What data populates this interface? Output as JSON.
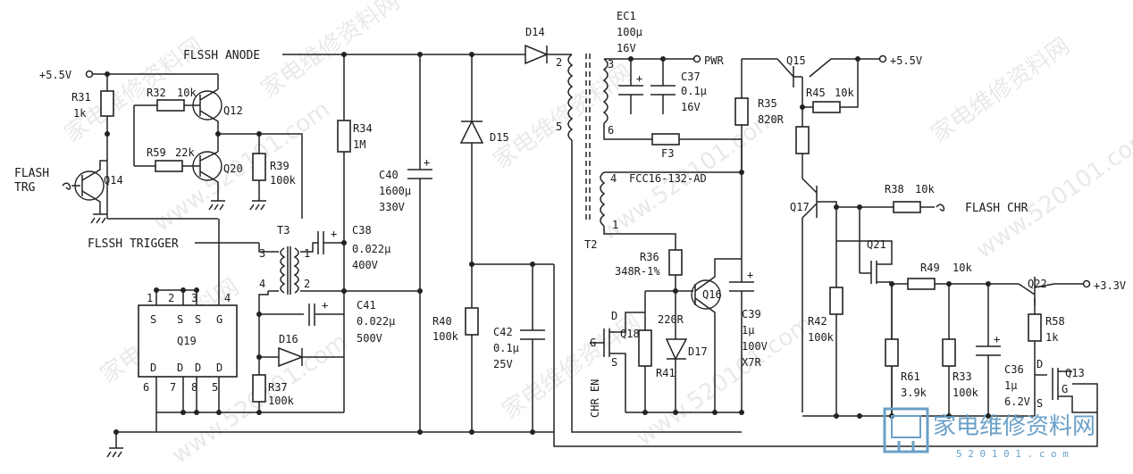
{
  "nets": {
    "vcc_left": "+5.5V",
    "vcc_right": "+5.5V",
    "v33": "+3.3V",
    "flash_anode": "FLSSH ANODE",
    "flash_trigger": "FLSSH TRIGGER",
    "flash_trg_1": "FLASH",
    "flash_trg_2": "TRG",
    "pwr": "PWR",
    "flash_chr": "FLASH CHR",
    "chr_en": "CHR EN"
  },
  "parts": {
    "r31": {
      "ref": "R31",
      "val": "1k"
    },
    "r32": {
      "ref": "R32",
      "val": "10k"
    },
    "r59": {
      "ref": "R59",
      "val": "22k"
    },
    "r39": {
      "ref": "R39",
      "val": "100k"
    },
    "r34": {
      "ref": "R34",
      "val": "1M"
    },
    "r37": {
      "ref": "R37",
      "val": "100k"
    },
    "r40": {
      "ref": "R40",
      "val": "100k"
    },
    "r35": {
      "ref": "R35",
      "val": "820R"
    },
    "r45": {
      "ref": "R45",
      "val": "10k"
    },
    "r36": {
      "ref": "R36",
      "val": "348R-1%"
    },
    "r41": {
      "ref": "R41",
      "val": "220R"
    },
    "r38": {
      "ref": "R38",
      "val": "10k"
    },
    "r42": {
      "ref": "R42",
      "val": "100k"
    },
    "r49": {
      "ref": "R49",
      "val": "10k"
    },
    "r61": {
      "ref": "R61",
      "val": "3.9k"
    },
    "r33": {
      "ref": "R33",
      "val": "100k"
    },
    "r58": {
      "ref": "R58",
      "val": "1k"
    },
    "c40": {
      "ref": "C40",
      "val1": "1600μ",
      "val2": "330V"
    },
    "c38": {
      "ref": "C38",
      "val1": "0.022μ",
      "val2": "400V"
    },
    "c41": {
      "ref": "C41",
      "val1": "0.022μ",
      "val2": "500V"
    },
    "c42": {
      "ref": "C42",
      "val1": "0.1μ",
      "val2": "25V"
    },
    "ec1": {
      "ref": "EC1",
      "val1": "100μ",
      "val2": "16V"
    },
    "c37": {
      "ref": "C37",
      "val1": "0.1μ",
      "val2": "16V"
    },
    "c39": {
      "ref": "C39",
      "val1": "1μ",
      "val2": "100V",
      "val3": "X7R"
    },
    "c36": {
      "ref": "C36",
      "val1": "1μ",
      "val2": "6.2V"
    },
    "q12": "Q12",
    "q14": "Q14",
    "q20": "Q20",
    "q15": "Q15",
    "q16": "Q16",
    "q17": "Q17",
    "q18": "Q18",
    "q21": "Q21",
    "q22": "Q22",
    "q13": "Q13",
    "q19": "Q19",
    "d14": "D14",
    "d15": "D15",
    "d16": "D16",
    "d17": "D17",
    "t3": "T3",
    "t2": "T2",
    "f3": "F3",
    "t2_part": "FCC16-132-AD"
  },
  "pins": {
    "q19_top": [
      "1",
      "2",
      "3",
      "4"
    ],
    "q19_top_fn": [
      "S",
      "S",
      "S",
      "G"
    ],
    "q19_bot_fn": [
      "D",
      "D",
      "D",
      "D"
    ],
    "q19_bot": [
      "6",
      "7",
      "8",
      "5"
    ],
    "t3": [
      "3",
      "4",
      "1",
      "2"
    ],
    "t2": [
      "2",
      "5",
      "3",
      "6",
      "4",
      "1"
    ],
    "fet_g": "G",
    "fet_d": "D",
    "fet_s": "S"
  },
  "watermark": {
    "text": "家电维修资料网",
    "url": "www.520101.com",
    "logo_cn": "家电维修资料网",
    "logo_url": "5 2 0 1 0 1 . c o m"
  }
}
